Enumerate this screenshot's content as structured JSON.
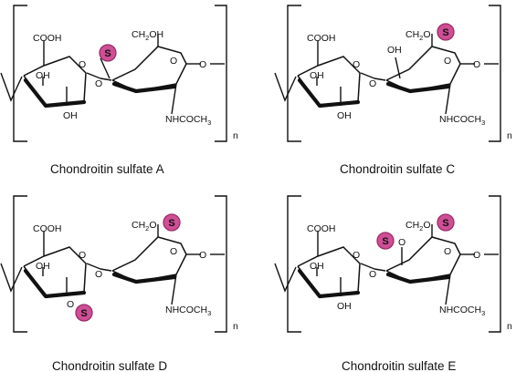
{
  "diagram": {
    "repeat_unit_label": "n",
    "sulfate_label": "S",
    "colors": {
      "line": "#111111",
      "sulfate_fill": "#cf4f95",
      "sulfate_stroke": "#9b2d67",
      "background": "#ffffff"
    },
    "atoms": {
      "cooh": "COOH",
      "ch2oh": "CH2OH",
      "ch2o": "CH2O",
      "oh": "OH",
      "o": "O",
      "nhcoch3": "NHCOCH3"
    },
    "panels": [
      {
        "caption": "Chondroitin sulfate A",
        "sulfates": [
          "position-4"
        ]
      },
      {
        "caption": "Chondroitin sulfate C",
        "sulfates": [
          "position-6"
        ]
      },
      {
        "caption": "Chondroitin sulfate D",
        "sulfates": [
          "position-6",
          "position-2"
        ]
      },
      {
        "caption": "Chondroitin sulfate E",
        "sulfates": [
          "position-4",
          "position-6"
        ]
      }
    ]
  }
}
